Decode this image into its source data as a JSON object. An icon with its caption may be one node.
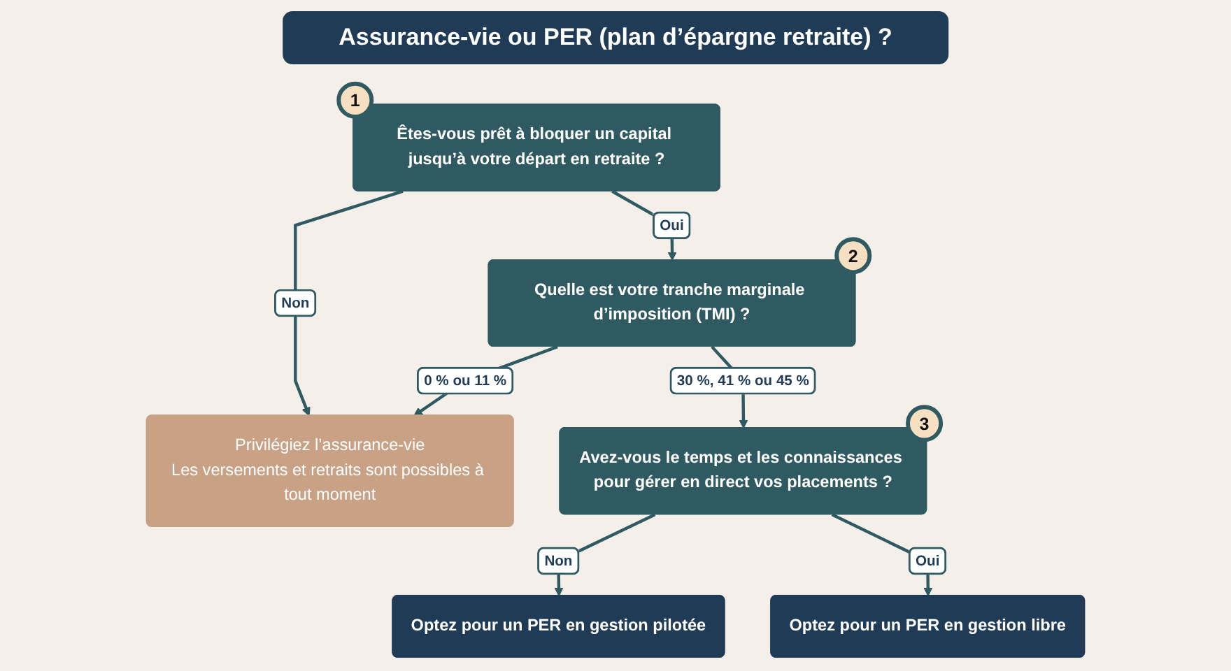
{
  "diagram": {
    "title": "Assurance-vie ou PER (plan d’épargne retraite) ?",
    "nodes": [
      {
        "text": [
          "Êtes-vous prêt à bloquer un capital jusqu’à votre départ en retraite ?"
        ],
        "beside": [
          "1"
        ]
      },
      {
        "text": [
          "Quelle est votre tranche marginale d’imposition (TMI) ?"
        ],
        "beside": [
          "2"
        ]
      },
      {
        "text": [
          "Privilégiez l’assurance-vie",
          "Les versements et retraits sont possibles à tout moment"
        ]
      },
      {
        "text": [
          "Avez-vous le temps et les connaissances pour gérer en direct vos placements ?"
        ],
        "beside": [
          "3"
        ]
      },
      {
        "text": [
          "Optez pour un PER en gestion pilotée"
        ]
      },
      {
        "text": [
          "Optez pour un PER en gestion libre"
        ]
      }
    ],
    "edges": [
      {
        "from": 0,
        "to": 1,
        "arrow": "to",
        "label": "Oui"
      },
      {
        "from": 0,
        "to": 2,
        "arrow": "to",
        "label": "Non"
      },
      {
        "from": 1,
        "to": 2,
        "arrow": "to",
        "label": "0 % ou 11 %"
      },
      {
        "from": 1,
        "to": 3,
        "arrow": "to",
        "label": "30 %, 41 % ou 45 %"
      },
      {
        "from": 3,
        "to": 4,
        "arrow": "to",
        "label": "Non"
      },
      {
        "from": 3,
        "to": 5,
        "arrow": "to",
        "label": "Oui"
      }
    ]
  }
}
